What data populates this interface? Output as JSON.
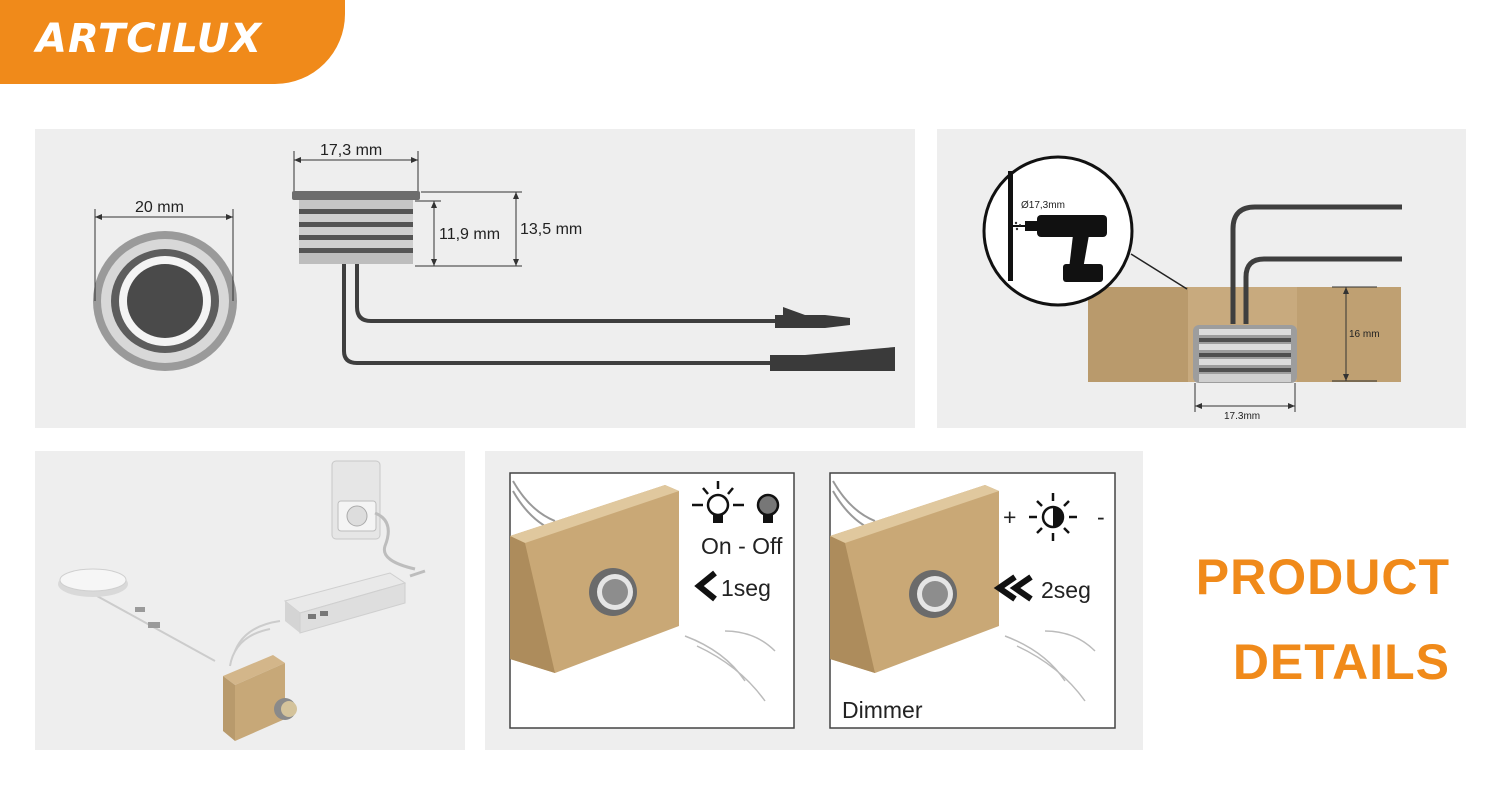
{
  "brand": {
    "logo_text": "ARTCILUX",
    "accent_color": "#f08a1a"
  },
  "dimensions_panel": {
    "front_diameter": "20 mm",
    "body_width": "17,3 mm",
    "body_height_inner": "11,9 mm",
    "body_height_total": "13,5 mm"
  },
  "installation_panel": {
    "drill_diameter": "Ø17,3mm",
    "cutout_depth": "16 mm",
    "cutout_width": "17.3mm",
    "icons": [
      "magnifier-circle",
      "drill-icon"
    ]
  },
  "wiring_panel": {
    "items": [
      "wall-socket",
      "led-driver",
      "round-panel-light",
      "touch-switch-on-wood"
    ]
  },
  "function_panel": {
    "on_off": {
      "label": "On - Off",
      "duration": "1seg",
      "icons": [
        "bulb-on-icon",
        "bulb-off-icon",
        "single-chevron-left-icon"
      ]
    },
    "dimmer": {
      "label": "Dimmer",
      "duration": "2seg",
      "plus": "+",
      "minus": "-",
      "icons": [
        "half-sun-icon",
        "double-chevron-left-icon"
      ]
    }
  },
  "headline": {
    "line1": "PRODUCT",
    "line2": "DETAILS"
  }
}
